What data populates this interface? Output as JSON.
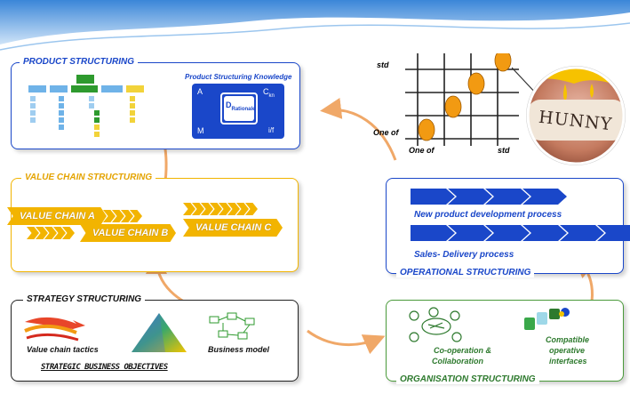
{
  "product": {
    "title": "PRODUCT STRUCTURING",
    "knowledge_title": "Product Structuring Knowledge",
    "k_a": "A",
    "k_c": "C",
    "k_c_sub": "kn",
    "k_d": "D",
    "k_d_sub": "Rationale",
    "k_m": "M",
    "k_if": "i/f"
  },
  "grid": {
    "std_top": "std",
    "one_of_left": "One of",
    "one_of_bottom": "One of",
    "std_bottom": "std",
    "hunny": "HUNNY"
  },
  "value_chain": {
    "title": "VALUE  CHAIN STRUCTURING",
    "a": "VALUE CHAIN A",
    "b": "VALUE CHAIN B",
    "c": "VALUE CHAIN C"
  },
  "operational": {
    "title": "OPERATIONAL STRUCTURING",
    "npd": "New product development process",
    "sales": "Sales- Delivery process"
  },
  "strategy": {
    "title": "STRATEGY STRUCTURING",
    "tactics": "Value chain tactics",
    "business_model": "Business model",
    "objectives": "STRATEGIC BUSINESS OBJECTIVES"
  },
  "organisation": {
    "title": "ORGANISATION STRUCTURING",
    "coop_line1": "Co-operation &",
    "coop_line2": "Collaboration",
    "compat_line1": "Compatible",
    "compat_line2": "operative",
    "compat_line3": "interfaces"
  },
  "colors": {
    "blue": "#1a47c9",
    "yellow": "#f2b400",
    "green": "#4a9a3a",
    "orange_arrow": "#f0a868",
    "grid_dot": "#f29a12"
  }
}
